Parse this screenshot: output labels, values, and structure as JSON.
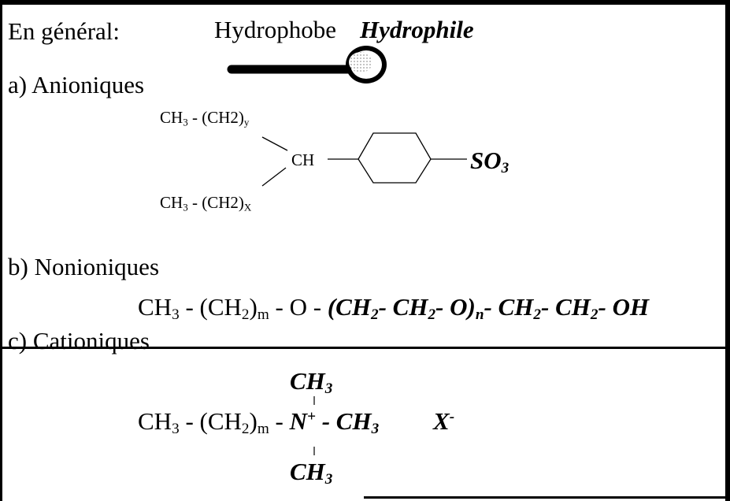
{
  "header": {
    "prefix": "En général:",
    "hydrophobe": "Hydrophobe",
    "hydrophile": "Hydrophile"
  },
  "anionic": {
    "label": "a) Anioniques",
    "upper_chain": {
      "ch3": "CH",
      "ch3_sub": "3",
      "chain": " - (CH2)",
      "chain_sub": "y"
    },
    "lower_chain": {
      "ch3": "CH",
      "ch3_sub": "3",
      "chain": " - (CH2)",
      "chain_sub": "X"
    },
    "ch": "CH",
    "so3": "SO",
    "so3_sub": "3"
  },
  "nonionic": {
    "label": "b) Nonioniques",
    "ch3": "CH",
    "ch3_sub": "3",
    "part1": " - (CH",
    "sub2": "2",
    "part1b": ")",
    "m": "m",
    "part2": " - O - ",
    "eo": "(CH",
    "eo_s1": "2",
    "eo_mid": "- CH",
    "eo_s2": "2",
    "eo_end": "- O)",
    "n": "n",
    "tail": "- CH",
    "tail_s1": "2",
    "tail_mid": "- CH",
    "tail_s2": "2",
    "tail_end": "- OH"
  },
  "cationic": {
    "label": "c) Cationiques",
    "top_methyl": "CH",
    "top_methyl_sub": "3",
    "ch3": "CH",
    "ch3_sub": "3",
    "part1": " - (CH",
    "sub2": "2",
    "part1b": ")",
    "m": "m",
    "part2": " - ",
    "n": "N",
    "plus": "+",
    "right": " - CH",
    "right_sub": "3",
    "bottom_methyl": "CH",
    "bottom_methyl_sub": "3",
    "counterion": "X",
    "counterion_charge": "-"
  }
}
